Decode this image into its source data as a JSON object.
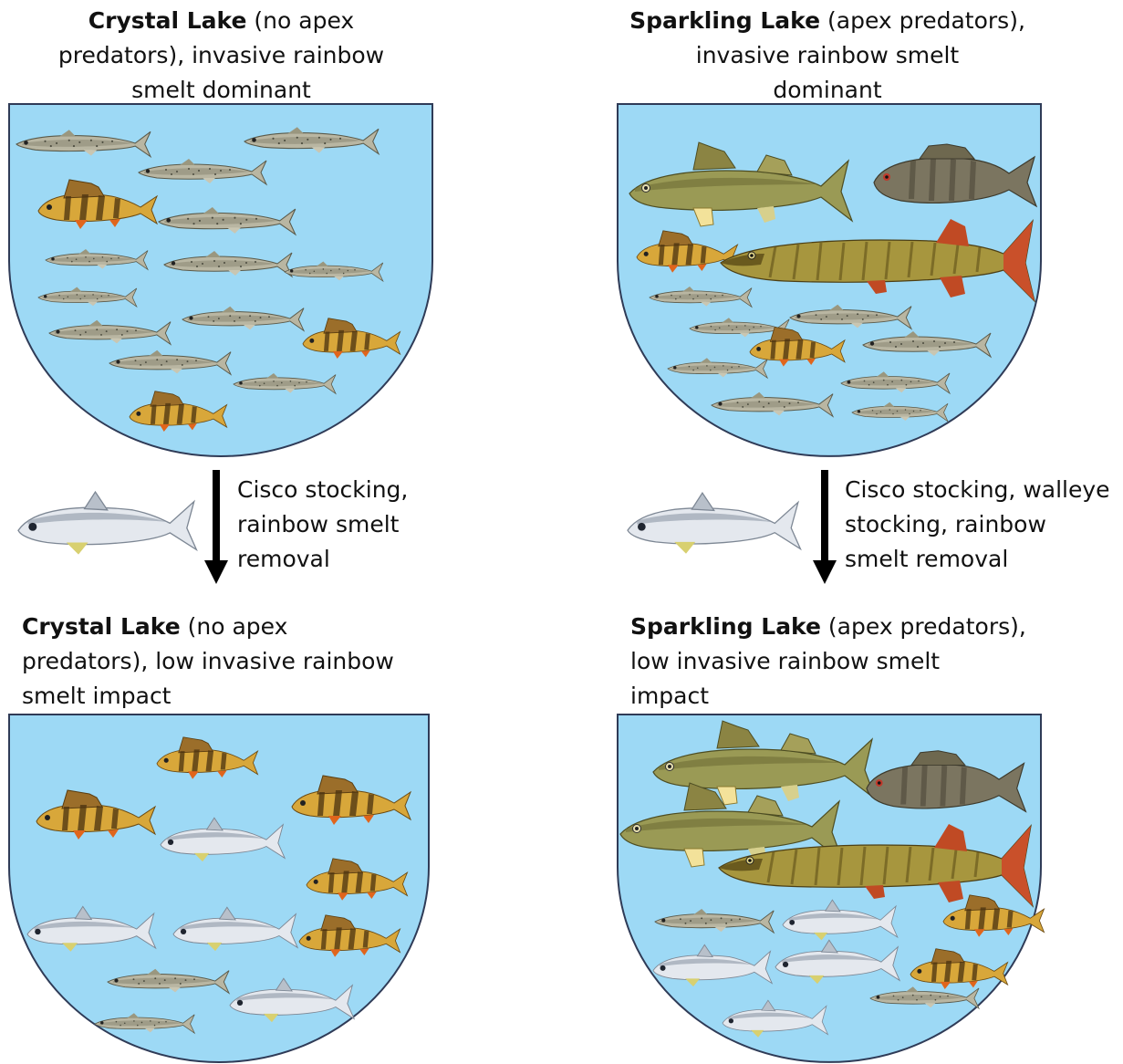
{
  "panels": {
    "top_left": {
      "lake_name": "Crystal Lake",
      "title_rest_line1": " (no apex",
      "line2": "predators), invasive rainbow",
      "line3": "smelt dominant"
    },
    "top_right": {
      "lake_name": "Sparkling Lake",
      "title_rest_line1": " (apex predators),",
      "line2": "invasive rainbow smelt",
      "line3": "dominant"
    },
    "bottom_left": {
      "lake_name": "Crystal Lake",
      "title_rest_line1": " (no apex",
      "line2": "predators), low invasive rainbow",
      "line3": "smelt impact"
    },
    "bottom_right": {
      "lake_name": "Sparkling Lake",
      "title_rest_line1": " (apex predators),",
      "line2": "low invasive rainbow smelt",
      "line3": "impact"
    }
  },
  "arrows": {
    "left": {
      "line1": "Cisco stocking,",
      "line2": "rainbow smelt",
      "line3": "removal"
    },
    "right": {
      "line1": "Cisco stocking, walleye",
      "line2": "stocking, rainbow",
      "line3": "smelt removal"
    }
  },
  "colors": {
    "lake_fill": "#9dd9f5",
    "lake_stroke": "#2f3b57"
  }
}
